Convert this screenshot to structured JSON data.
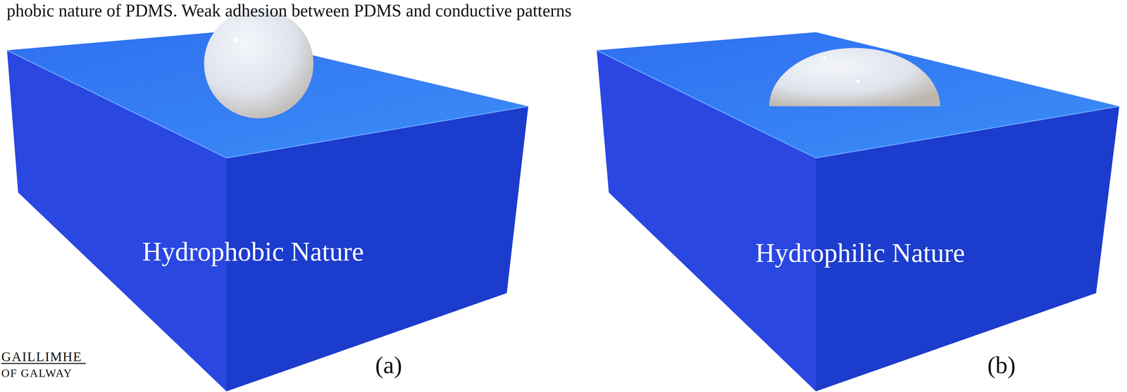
{
  "diagram": {
    "nodes": [
      {
        "text": [
          "Hydrophobic Nature"
        ]
      },
      {
        "text": [
          "Hydrophilic Nature"
        ]
      }
    ],
    "labels": [
      "phobic nature of PDMS. Weak adhesion between PDMS and conductive patterns",
      "(a)",
      "(b)",
      "GAILLIMHE",
      "OF GALWAY"
    ]
  }
}
